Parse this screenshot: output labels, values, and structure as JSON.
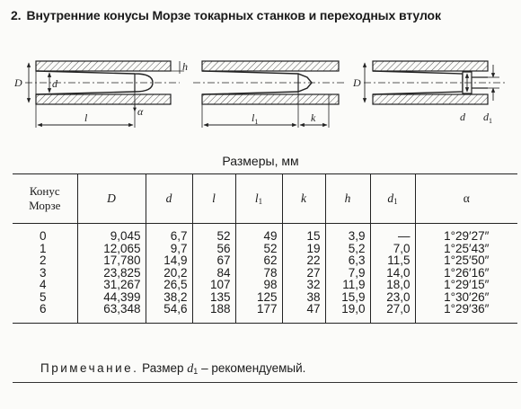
{
  "title": {
    "number": "2.",
    "text": "Внутренние конусы Морзе токарных станков и переходных втулок"
  },
  "drawing": {
    "fig1_labels": {
      "D": "D",
      "d": "d",
      "h": "h",
      "l": "l",
      "alpha": "α"
    },
    "fig2_labels": {
      "l1": "l",
      "l1_sub": "1",
      "k": "k"
    },
    "fig3_labels": {
      "D": "D",
      "d": "d",
      "d1": "d",
      "d1_sub": "1"
    }
  },
  "units_caption": "Размеры, мм",
  "table": {
    "headers": [
      {
        "main": "Конус Морзе",
        "sub": ""
      },
      {
        "main": "D",
        "sub": ""
      },
      {
        "main": "d",
        "sub": ""
      },
      {
        "main": "l",
        "sub": ""
      },
      {
        "main": "l",
        "sub": "1"
      },
      {
        "main": "k",
        "sub": ""
      },
      {
        "main": "h",
        "sub": ""
      },
      {
        "main": "d",
        "sub": "1"
      },
      {
        "main": "α",
        "sub": ""
      }
    ],
    "rows": [
      [
        "0",
        "9,045",
        "6,7",
        "52",
        "49",
        "15",
        "3,9",
        "—",
        "1°29′27″"
      ],
      [
        "1",
        "12,065",
        "9,7",
        "56",
        "52",
        "19",
        "5,2",
        "7,0",
        "1°25′43″"
      ],
      [
        "2",
        "17,780",
        "14,9",
        "67",
        "62",
        "22",
        "6,3",
        "11,5",
        "1°25′50″"
      ],
      [
        "3",
        "23,825",
        "20,2",
        "84",
        "78",
        "27",
        "7,9",
        "14,0",
        "1°26′16″"
      ],
      [
        "4",
        "31,267",
        "26,5",
        "107",
        "98",
        "32",
        "11,9",
        "18,0",
        "1°29′15″"
      ],
      [
        "5",
        "44,399",
        "38,2",
        "135",
        "125",
        "38",
        "15,9",
        "23,0",
        "1°30′26″"
      ],
      [
        "6",
        "63,348",
        "54,6",
        "188",
        "177",
        "47",
        "19,0",
        "27,0",
        "1°29′36″"
      ]
    ]
  },
  "note": {
    "lead": "Примечание.",
    "text_before": " Размер ",
    "var": "d",
    "var_sub": "1",
    "text_after": " – рекомендуемый."
  }
}
